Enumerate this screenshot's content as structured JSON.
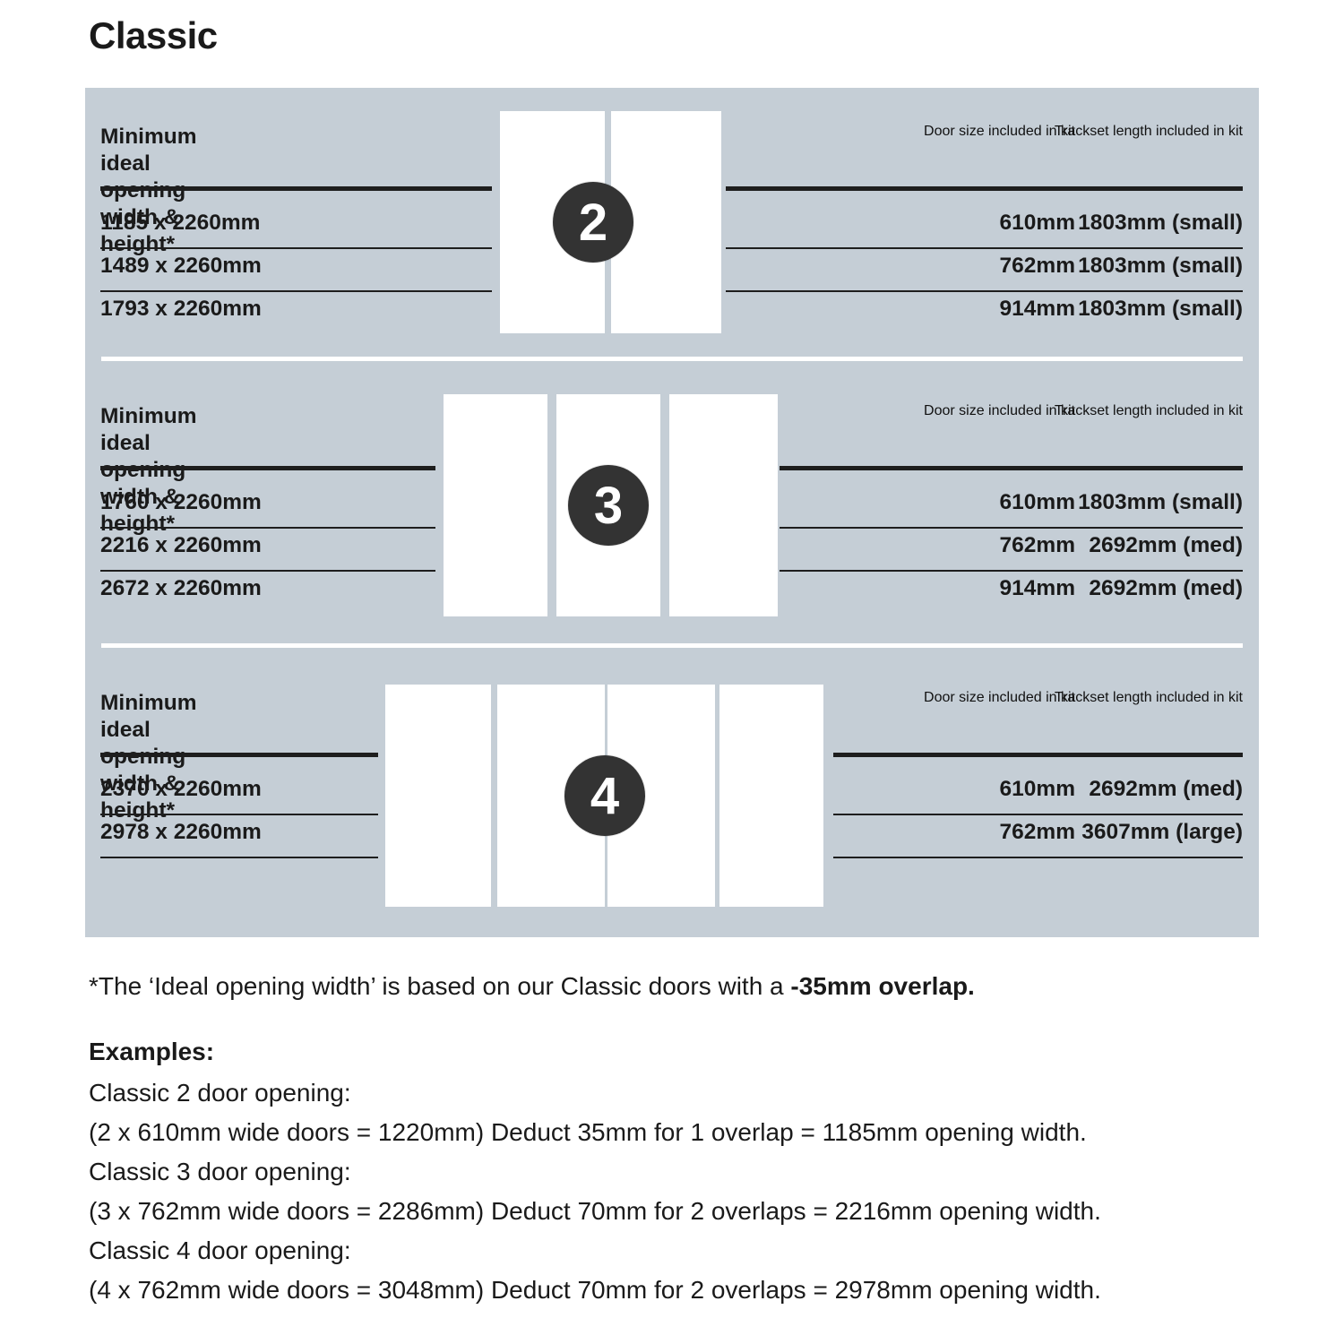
{
  "title": "Classic",
  "colors": {
    "panel_background": "#c5ced6",
    "door_panel": "#ffffff",
    "badge": "#333333",
    "rule": "#1e1e1e",
    "text": "#1a1a1a"
  },
  "column_headers": {
    "opening": "Minimum ideal\nopening width & height*",
    "door_size": "Door size\nincluded in kit",
    "trackset": "Trackset length\nincluded in kit"
  },
  "sections": [
    {
      "badge": "2",
      "door_count": 2,
      "headers": {
        "opening": "Minimum ideal\nopening width & height*",
        "door_size": "Door size\nincluded in kit",
        "trackset": "Trackset length\nincluded in kit"
      },
      "rows": [
        {
          "opening": "1185 x 2260mm",
          "door_size": "610mm",
          "trackset": "1803mm (small)"
        },
        {
          "opening": "1489 x 2260mm",
          "door_size": "762mm",
          "trackset": "1803mm (small)"
        },
        {
          "opening": "1793 x 2260mm",
          "door_size": "914mm",
          "trackset": "1803mm (small)"
        }
      ]
    },
    {
      "badge": "3",
      "door_count": 3,
      "headers": {
        "opening": "Minimum ideal\nopening width & height*",
        "door_size": "Door size\nincluded in kit",
        "trackset": "Trackset length\nincluded in kit"
      },
      "rows": [
        {
          "opening": "1760 x 2260mm",
          "door_size": "610mm",
          "trackset": "1803mm (small)"
        },
        {
          "opening": "2216 x 2260mm",
          "door_size": "762mm",
          "trackset": "2692mm (med)"
        },
        {
          "opening": "2672 x 2260mm",
          "door_size": "914mm",
          "trackset": "2692mm (med)"
        }
      ]
    },
    {
      "badge": "4",
      "door_count": 4,
      "headers": {
        "opening": "Minimum ideal\nopening width & height*",
        "door_size": "Door size\nincluded in kit",
        "trackset": "Trackset length\nincluded in kit"
      },
      "rows": [
        {
          "opening": "2370 x 2260mm",
          "door_size": "610mm",
          "trackset": "2692mm (med)"
        },
        {
          "opening": "2978 x 2260mm",
          "door_size": "762mm",
          "trackset": "3607mm (large)"
        }
      ]
    }
  ],
  "footnote": {
    "text": "*The ‘Ideal opening width’ is based on our Classic doors with a ",
    "emphasis": "-35mm overlap."
  },
  "examples": {
    "heading": "Examples:",
    "lines": [
      "Classic 2 door opening:",
      "(2 x 610mm wide doors = 1220mm)  Deduct 35mm for 1 overlap = 1185mm opening width.",
      "Classic 3 door opening:",
      "(3 x 762mm wide doors = 2286mm)  Deduct 70mm for 2 overlaps = 2216mm opening width.",
      "Classic 4 door opening:",
      "(4 x 762mm wide doors = 3048mm)  Deduct 70mm for 2 overlaps = 2978mm opening width."
    ]
  }
}
